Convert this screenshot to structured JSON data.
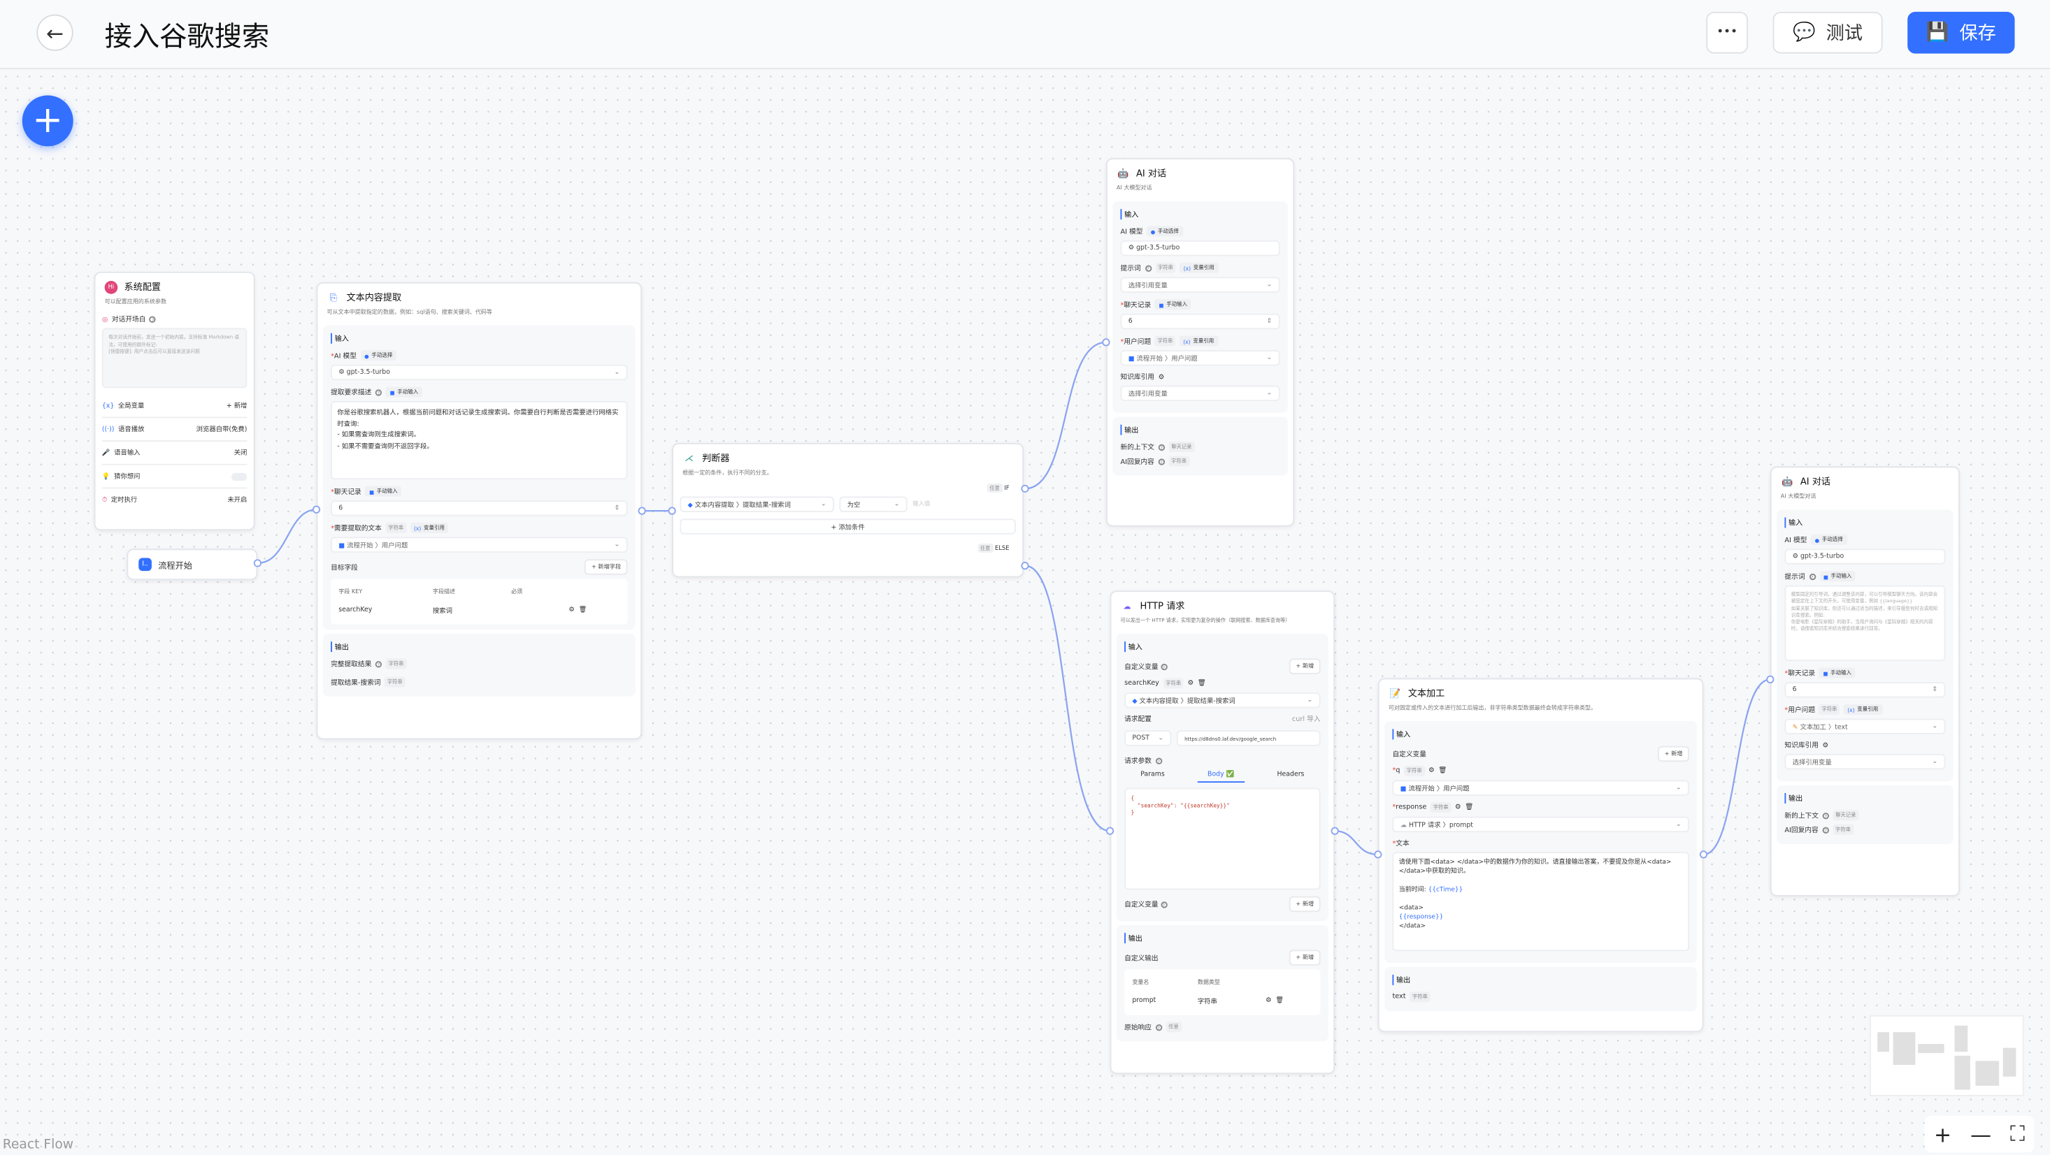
{
  "header": {
    "title": "接入谷歌搜索",
    "more_label": "•••",
    "test_label": "测试",
    "save_label": "保存"
  },
  "colors": {
    "accent": "#3370ff",
    "edge": "#8aa4f0"
  },
  "system": {
    "title": "系统配置",
    "desc": "可以配置应用的系统参数",
    "opening_label": "对话开场白",
    "opening_placeholder": "每次对话开始前，发送一个初始内容。支持标准 Markdown 语法，可使用的额外标记:\n[快捷按键]: 用户点击后可以直接发送该问题",
    "rows": [
      {
        "label": "全局变量",
        "value": "+ 新增"
      },
      {
        "label": "语音播放",
        "value": "浏览器自带(免费)"
      },
      {
        "label": "语音输入",
        "value": "关闭"
      },
      {
        "label": "猜你想问",
        "value": ""
      },
      {
        "label": "定时执行",
        "value": "未开启"
      }
    ]
  },
  "start": {
    "title": "流程开始"
  },
  "extract": {
    "title": "文本内容提取",
    "desc": "可从文本中提取指定的数据，例如：sql语句、搜索关键词、代码等",
    "input": "输入",
    "model_label": "AI 模型",
    "manual_select": "手动选择",
    "model": "gpt-3.5-turbo",
    "desc_label": "提取要求描述",
    "manual_input": "手动输入",
    "prompt": "你是谷歌搜索机器人，根据当前问题和对话记录生成搜索词。你需要自行判断是否需要进行网络实时查询:\n- 如果需查询则生成搜索词。\n- 如果不需要查询则不返回字段。",
    "history_label": "聊天记录",
    "history_value": "6",
    "text_label": "需要提取的文本",
    "string": "字符串",
    "var_ref": "变量引用",
    "text_value": "流程开始 〉用户问题",
    "target_label": "目标字段",
    "add_field": "+ 新增字段",
    "cols": [
      "字段 KEY",
      "字段描述",
      "必须"
    ],
    "field_key": "searchKey",
    "field_desc": "搜索词",
    "output": "输出",
    "out1": "完整提取结果",
    "out2": "提取结果-搜索词"
  },
  "judge": {
    "title": "判断器",
    "desc": "根据一定的条件，执行不同的分支。",
    "any": "任意",
    "if": "IF",
    "else": "ELSE",
    "cond_var": "文本内容提取 〉提取结果-搜索词",
    "cond_op": "为空",
    "cond_placeholder": "输入值",
    "add_cond": "+ 添加条件"
  },
  "ai1": {
    "title": "AI 对话",
    "desc": "AI 大模型对话",
    "input": "输入",
    "model_label": "AI 模型",
    "manual_select": "手动选择",
    "model": "gpt-3.5-turbo",
    "prompt_label": "提示词",
    "string": "字符串",
    "var_ref": "变量引用",
    "select_var": "选择引用变量",
    "history_label": "聊天记录",
    "manual_input": "手动输入",
    "history_value": "6",
    "question_label": "用户问题",
    "question_value": "流程开始 〉用户问题",
    "kb_label": "知识库引用",
    "output": "输出",
    "out1": "新的上下文",
    "out1_tag": "聊天记录",
    "out2": "AI回复内容"
  },
  "http": {
    "title": "HTTP 请求",
    "desc": "可以发出一个 HTTP 请求，实现更为复杂的操作（联网搜索、数据库查询等）",
    "input": "输入",
    "custom_var": "自定义变量",
    "add": "+ 新增",
    "var_name": "searchKey",
    "string": "字符串",
    "var_value": "文本内容提取 〉提取结果-搜索词",
    "req_config": "请求配置",
    "curl": "curl 导入",
    "method": "POST",
    "url": "https://d8dns0.laf.dev/google_search",
    "req_params": "请求参数",
    "tabs": [
      "Params",
      "Body ✅",
      "Headers"
    ],
    "body": "{\n  \"searchKey\": \"{{searchKey}}\"\n}",
    "output": "输出",
    "custom_out": "自定义输出",
    "cols": [
      "变量名",
      "数据类型"
    ],
    "out_name": "prompt",
    "out_type": "字符串",
    "raw": "原始响应",
    "any": "任意"
  },
  "textproc": {
    "title": "文本加工",
    "desc": "可对固定或传入的文本进行加工后输出，非字符串类型数据最终会转成字符串类型。",
    "input": "输入",
    "custom_var": "自定义变量",
    "add": "+ 新增",
    "var1": "q",
    "var1_value": "流程开始 〉用户问题",
    "var2": "response",
    "var2_value": "HTTP 请求 〉prompt",
    "string": "字符串",
    "text_label": "文本",
    "text1": "请使用下面<data> </data>中的数据作为你的知识。请直接输出答案，不要提及你是从<data> </data>中获取的知识。",
    "text2": "当前时间: ",
    "text2_var": "{{cTime}}",
    "text3": "<data>",
    "text4": "{{response}}",
    "text5": "</data>",
    "output": "输出",
    "out": "text"
  },
  "ai2": {
    "title": "AI 对话",
    "desc": "AI 大模型对话",
    "input": "输入",
    "model_label": "AI 模型",
    "manual_select": "手动选择",
    "model": "gpt-3.5-turbo",
    "prompt_label": "提示词",
    "manual_input": "手动输入",
    "prompt_placeholder": "模型固定的引导词，通过调整该内容，可以引导模型聊天方向。该内容会被固定在上下文的开头。可使用变量，例如 {{language}}\n如果关联了知识库，你还可以通过适当的描述，来引导模型何时去调用知识库搜索。例如:\n你是电影《星际穿越》的助手，当用户询问与《星际穿越》相关的内容时，请搜索知识库并结合搜索结果进行回答。",
    "history_label": "聊天记录",
    "history_value": "6",
    "question_label": "用户问题",
    "string": "字符串",
    "var_ref": "变量引用",
    "question_value": "文本加工 〉text",
    "kb_label": "知识库引用",
    "select_var": "选择引用变量",
    "output": "输出",
    "out1": "新的上下文",
    "out1_tag": "聊天记录",
    "out2": "AI回复内容"
  },
  "footer": {
    "react_flow": "React Flow",
    "zoom_in": "+",
    "zoom_out": "—",
    "fit": "⛶"
  }
}
